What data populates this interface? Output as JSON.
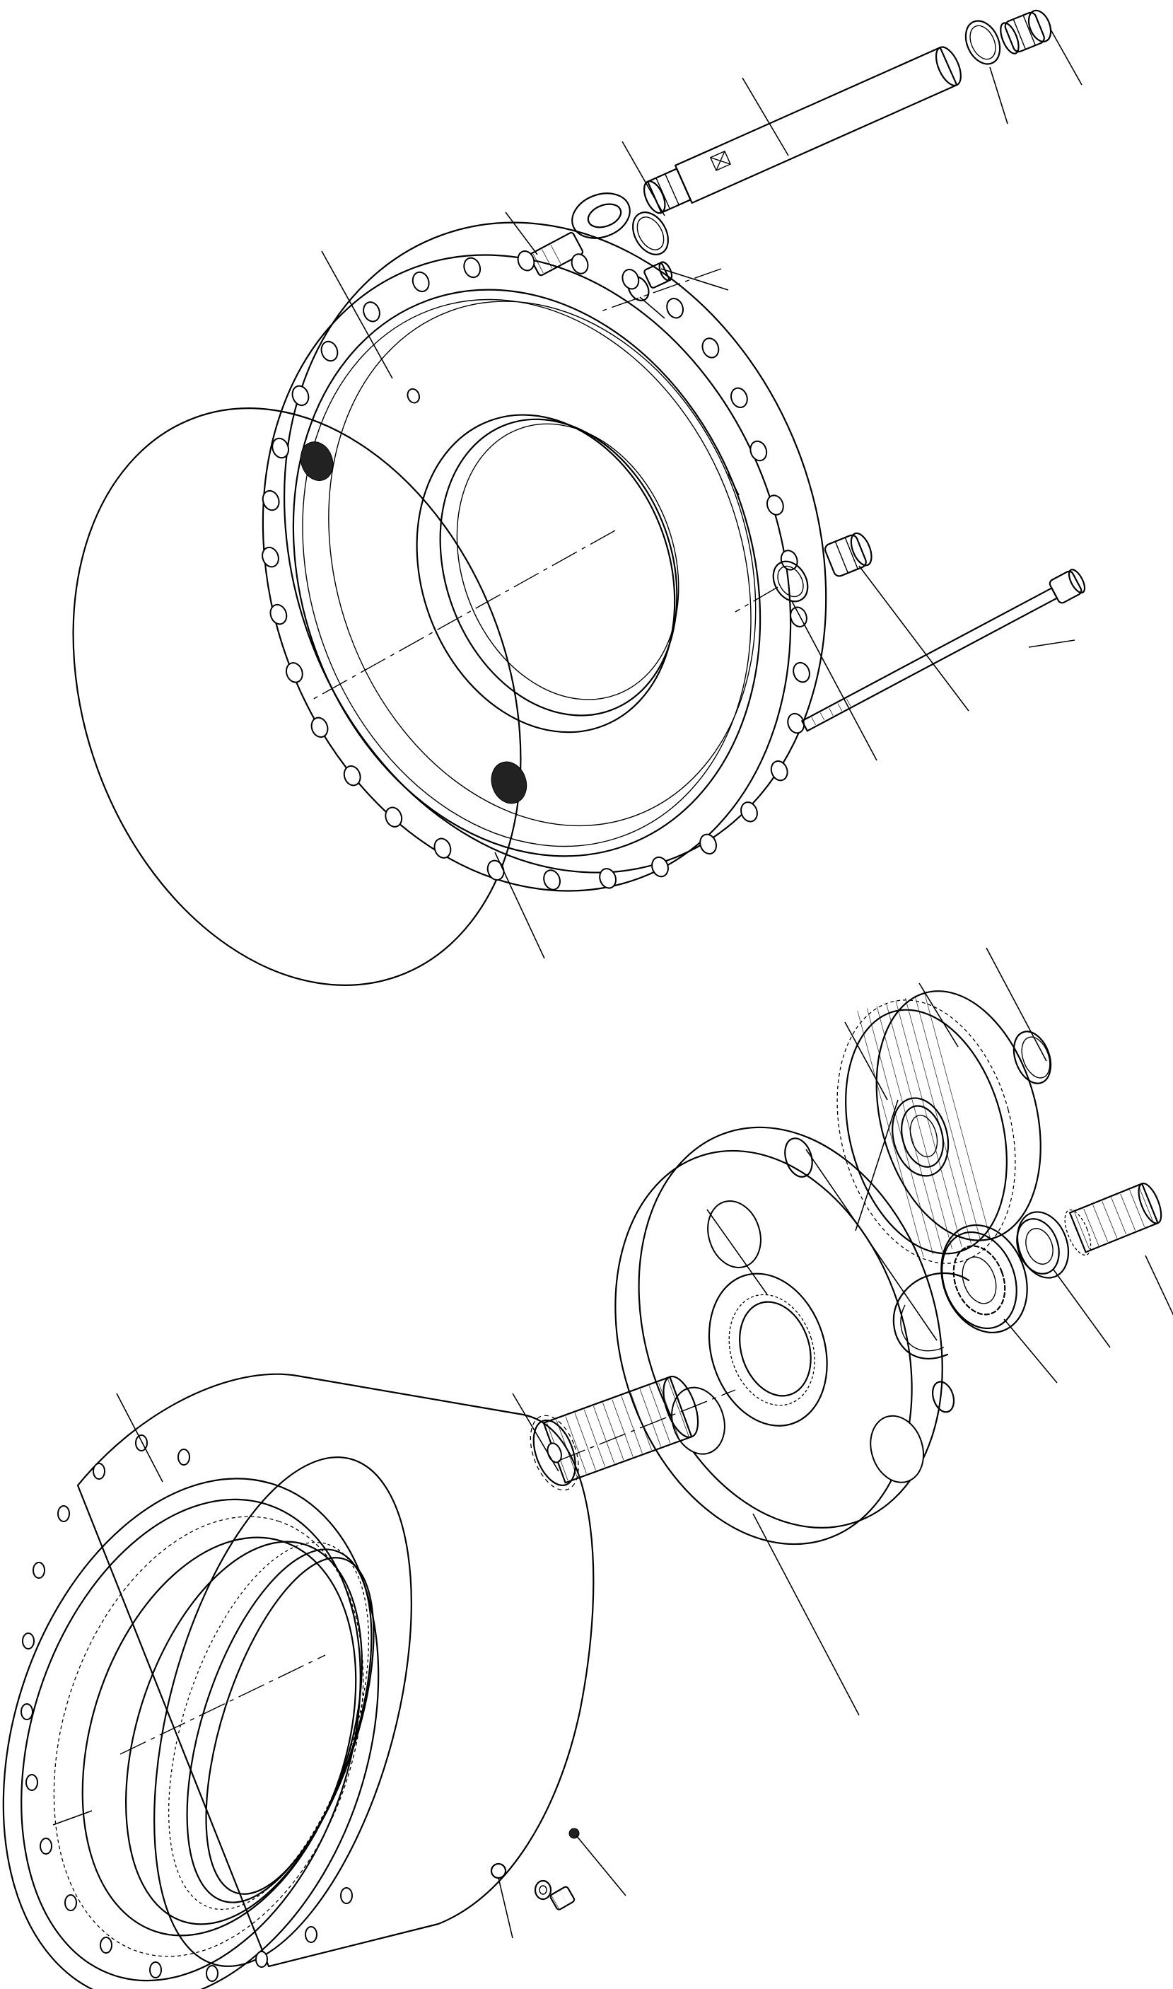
{
  "diagram": {
    "type": "exploded-assembly",
    "parts": [
      {
        "id": "plug-top-right",
        "icon": "hex-plug-icon"
      },
      {
        "id": "oring-top-right",
        "icon": "o-ring-icon"
      },
      {
        "id": "shaft",
        "icon": "shaft-icon"
      },
      {
        "id": "oring-shaft",
        "icon": "o-ring-icon"
      },
      {
        "id": "eye-bolt",
        "icon": "eye-bolt-icon"
      },
      {
        "id": "small-plug",
        "icon": "hex-plug-icon"
      },
      {
        "id": "small-oring",
        "icon": "o-ring-icon"
      },
      {
        "id": "cover-housing",
        "icon": "housing-flange-icon"
      },
      {
        "id": "large-oring",
        "icon": "o-ring-icon"
      },
      {
        "id": "drain-plug",
        "icon": "hex-plug-icon"
      },
      {
        "id": "drain-oring",
        "icon": "o-ring-icon"
      },
      {
        "id": "long-bolt",
        "icon": "bolt-icon"
      },
      {
        "id": "planet-gear",
        "icon": "gear-icon"
      },
      {
        "id": "snap-ring-gear",
        "icon": "snap-ring-icon"
      },
      {
        "id": "needle-bearing",
        "icon": "bearing-icon"
      },
      {
        "id": "spline-shaft",
        "icon": "spline-shaft-icon"
      },
      {
        "id": "thrust-washer",
        "icon": "washer-icon"
      },
      {
        "id": "ball-bearing",
        "icon": "bearing-icon"
      },
      {
        "id": "snap-ring-carrier",
        "icon": "snap-ring-icon"
      },
      {
        "id": "planet-carrier",
        "icon": "carrier-icon"
      },
      {
        "id": "sun-gear",
        "icon": "gear-icon"
      },
      {
        "id": "ring-gear",
        "icon": "ring-gear-icon"
      },
      {
        "id": "dowel-pin",
        "icon": "pin-icon"
      },
      {
        "id": "bolt-washer",
        "icon": "bolt-icon"
      }
    ]
  }
}
